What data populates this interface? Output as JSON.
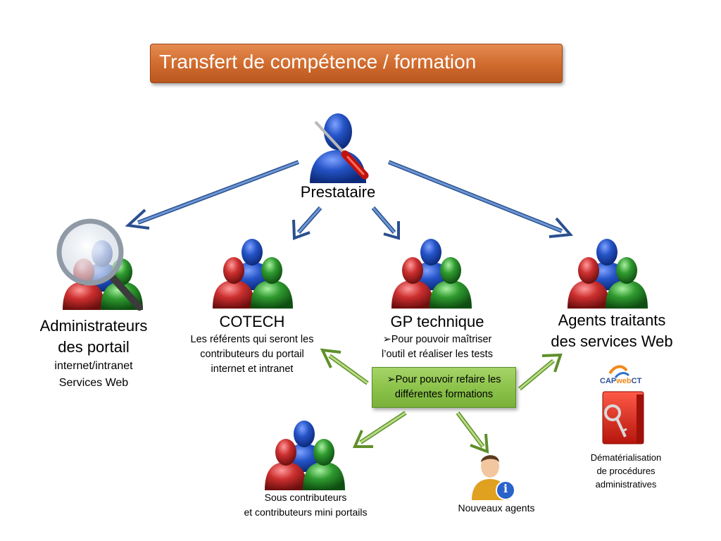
{
  "title": "Transfert de compétence / formation",
  "nodes": {
    "prestataire": "Prestataire",
    "admin": {
      "line1": "Administrateurs",
      "line2": "des portail",
      "line3": "internet/intranet",
      "line4": "Services Web"
    },
    "cotech": {
      "title": "COTECH",
      "line1": "Les référents qui seront les",
      "line2": "contributeurs du portail",
      "line3": "internet et intranet"
    },
    "gp": {
      "title": "GP technique",
      "line1": "Pour pouvoir maîtriser",
      "line2": "l’outil et réaliser les tests"
    },
    "agents": {
      "line1": "Agents traitants",
      "line2": "des services Web"
    },
    "formation_box": {
      "line1": "Pour pouvoir refaire les",
      "line2": "différentes formations"
    },
    "sous": {
      "line1": "Sous contributeurs",
      "line2": "et contributeurs mini portails"
    },
    "nouveaux": "Nouveaux agents",
    "capweb": {
      "logo_text_cap": "CAP",
      "logo_text_web": "web",
      "logo_text_ct": "CT",
      "line1": "Dématérialisation",
      "line2": "de procédures",
      "line3": "administratives"
    }
  },
  "bullet_glyph": "➢",
  "colors": {
    "banner": "#cf6a2d",
    "arrow_blue": "#3e6fb2",
    "arrow_green": "#8cc34b",
    "person_red": "#cc2f2f",
    "person_blue": "#2554c7",
    "person_green": "#2f9a2f"
  }
}
